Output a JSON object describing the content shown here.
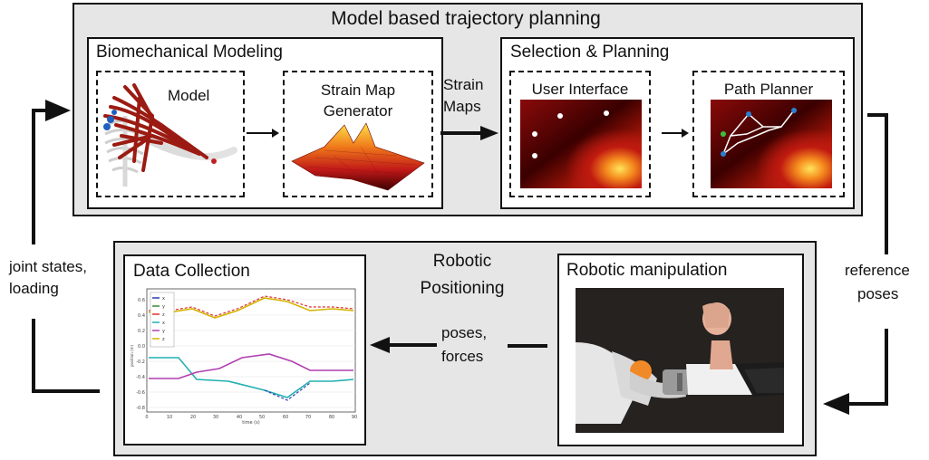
{
  "top_panel": {
    "title": "Model based trajectory planning",
    "biomech": {
      "title": "Biomechanical Modeling",
      "model_label": "Model",
      "strain_gen_label_1": "Strain Map",
      "strain_gen_label_2": "Generator"
    },
    "strain_maps_1": "Strain",
    "strain_maps_2": "Maps",
    "selection": {
      "title": "Selection & Planning",
      "ui_label": "User Interface",
      "planner_label": "Path Planner"
    }
  },
  "right_labels": {
    "line1": "reference",
    "line2": "poses"
  },
  "left_labels": {
    "line1": "joint states,",
    "line2": "loading"
  },
  "bottom_panel": {
    "title_1": "Robotic",
    "title_2": "Positioning",
    "poses_1": "poses,",
    "poses_2": "forces",
    "data_collection": {
      "title": "Data Collection",
      "legend": [
        "x",
        "y",
        "z",
        "x",
        "y",
        "z"
      ],
      "ylabel": "position (m)",
      "xlabel": "time (s)",
      "yticks": [
        "0.6",
        "0.4",
        "0.2",
        "0.0",
        "-0.2",
        "-0.4",
        "-0.6",
        "-0.8"
      ],
      "xticks": [
        "0",
        "10",
        "20",
        "30",
        "40",
        "50",
        "60",
        "70",
        "80",
        "90"
      ]
    },
    "robotic_manip": {
      "title": "Robotic manipulation"
    }
  },
  "colors": {
    "panel_gray": "#e6e6e6",
    "heatmap_dark": "#2a0000",
    "heatmap_hot": "#ffd84a",
    "muscle_red": "#9b1b12"
  }
}
